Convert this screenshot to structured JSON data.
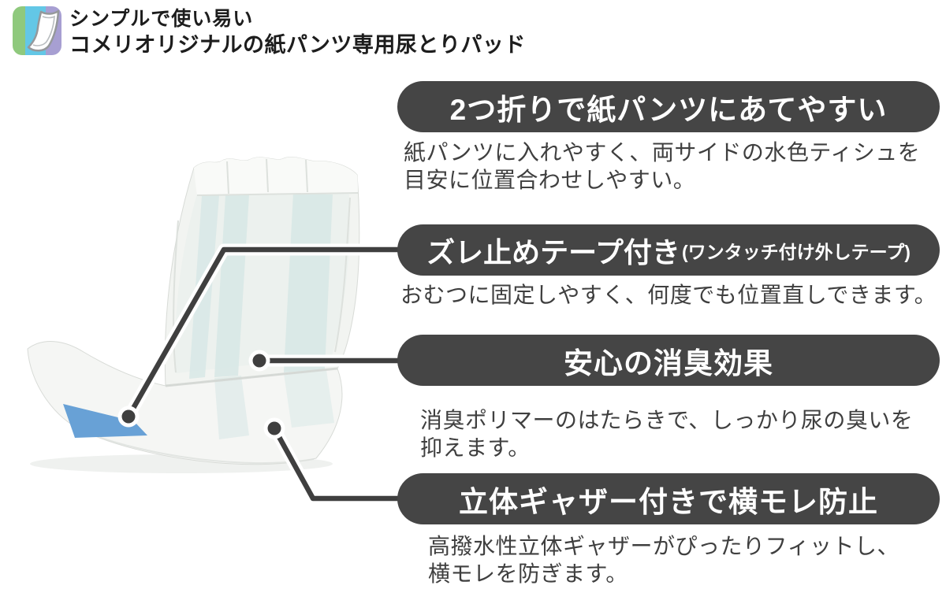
{
  "header": {
    "icon": "folded-pad-logo",
    "line1": "シンプルで使い易い",
    "line2": "コメリオリジナルの紙パンツ専用尿とりパッド"
  },
  "features": [
    {
      "id": "fold",
      "title": "2つ折りで紙パンツにあてやすい",
      "title_note": "",
      "desc_lines": [
        "紙パンツに入れやすく、両サイドの水色ティシュを",
        "目安に位置合わせしやすい。"
      ]
    },
    {
      "id": "tape",
      "title": "ズレ止めテープ付き",
      "title_note": "(ワンタッチ付け外しテープ)",
      "desc_lines": [
        "おむつに固定しやすく、何度でも位置直しできます。"
      ]
    },
    {
      "id": "deodorant",
      "title": "安心の消臭効果",
      "title_note": "",
      "desc_lines": [
        "消臭ポリマーのはたらきで、しっかり尿の臭いを",
        "抑えます。"
      ]
    },
    {
      "id": "gather",
      "title": "立体ギャザー付きで横モレ防止",
      "title_note": "",
      "desc_lines": [
        "高撥水性立体ギャザーがぴったりフィットし、",
        "横モレを防ぎます。"
      ]
    }
  ],
  "colors": {
    "banner_bg": "#454545",
    "banner_text": "#ffffff",
    "heading_text": "#1d1d1d",
    "desc_text": "#3f3f3f",
    "connector": "#3f3f3f",
    "connector_casing": "#ffffff",
    "tape_blue": "#68a1d6",
    "pad_stripe": "#d8e8e6",
    "icon_green": "#8fc97d",
    "icon_cyan": "#63c7e6",
    "icon_purple": "#a79fd2"
  }
}
